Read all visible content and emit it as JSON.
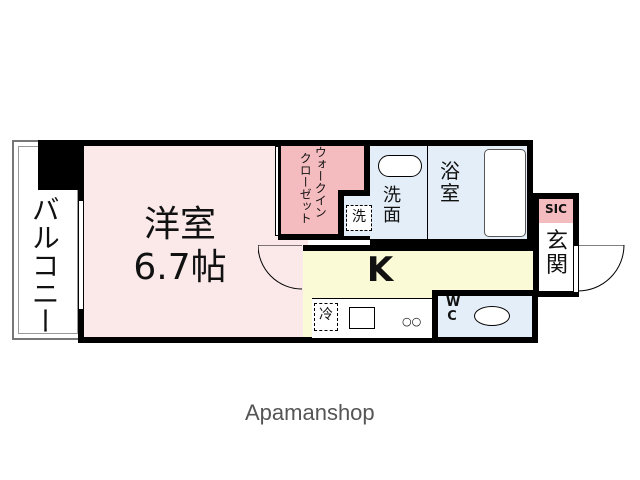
{
  "floorplan": {
    "rooms": {
      "western_room": {
        "name": "洋室",
        "size": "6.7帖",
        "color": "#fbe9ea"
      },
      "balcony": {
        "name": "バルコニー",
        "color": "#ffffff"
      },
      "walk_in_closet": {
        "name_col1": "ウォークイン",
        "name_col2": "クローゼット",
        "color": "#f5bcc0"
      },
      "washroom": {
        "name": "洗面",
        "color": "#e4eef8"
      },
      "washer": {
        "name": "洗"
      },
      "bathroom": {
        "name": "浴室",
        "color": "#e4eef8"
      },
      "kitchen": {
        "name": "K",
        "color": "#fbfad6"
      },
      "fridge": {
        "name": "冷"
      },
      "toilet": {
        "name": "WC",
        "color": "#e4eef8"
      },
      "sic": {
        "name": "SIC",
        "color": "#f5bcc0"
      },
      "entrance": {
        "name": "玄関",
        "color": "#ffffff"
      }
    }
  },
  "footer": {
    "brand": "Apamanshop"
  }
}
